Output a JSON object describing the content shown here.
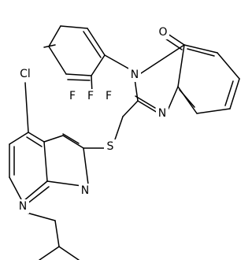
{
  "molecule": {
    "atom_labels": {
      "oxygen": "O",
      "n3": "N",
      "n1": "N",
      "cl": "Cl",
      "sulfur": "S",
      "f1": "F",
      "f2": "F",
      "f3": "F",
      "n_quinaz_a": "N",
      "n_quinaz_b": "N"
    }
  },
  "colors": {
    "bond": "#000000",
    "label": "#000000",
    "background": "#ffffff"
  }
}
